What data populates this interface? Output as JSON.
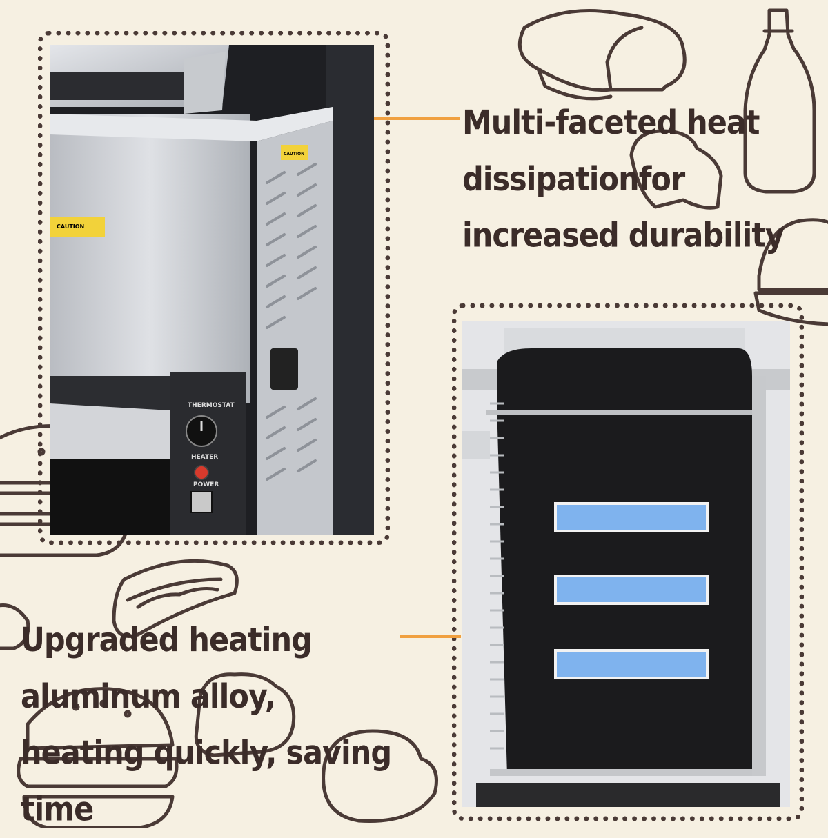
{
  "captions": {
    "top": "Multi-faceted heat dissipationfor increased durability",
    "bottom": "Upgraded heating aluminum alloy, heating quickly, saving time"
  },
  "panel_labels": {
    "caution_small": "CAUTION",
    "caution_top": "CAUTION",
    "thermostat": "THERMOSTAT",
    "heater": "HEATER",
    "power": "POWER"
  },
  "colors": {
    "background": "#f6f0e2",
    "callout": "#f0a040",
    "text": "#3b2c29",
    "frame": "#4a3a36",
    "steel": "#c9ccd1",
    "belt": "#1a1a1c",
    "heater_glow": "#7fb3ee"
  },
  "icons": [
    "bread-icon",
    "bottle-icon",
    "burger-icon",
    "hotdog-icon",
    "toast-icon"
  ]
}
